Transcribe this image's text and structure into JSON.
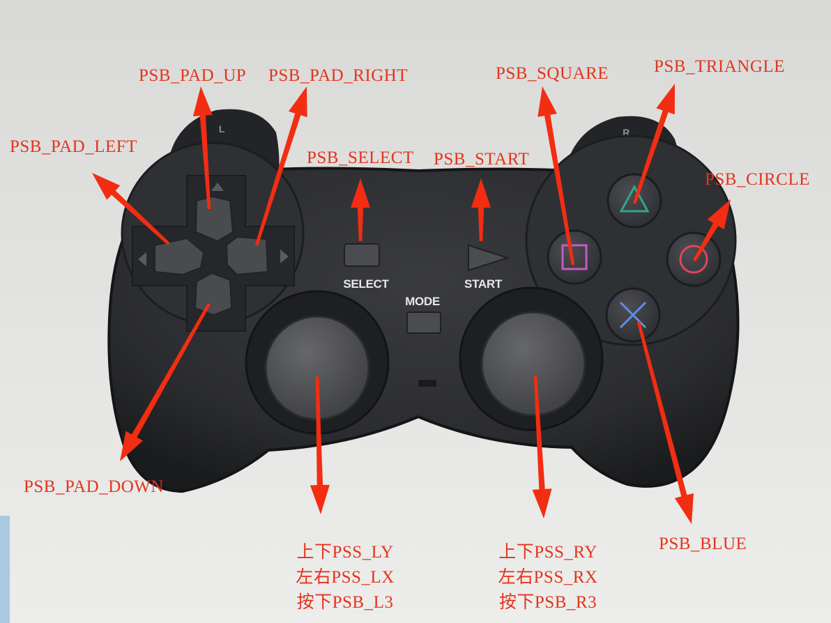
{
  "colors": {
    "background": "#e6e6e4",
    "controller_body": "#2b2c2f",
    "controller_edge": "#141517",
    "button_grey": "#4b4c50",
    "callout_text": "#e4341c",
    "arrow": "#f22d12",
    "print_white": "#e8e8e8",
    "triangle_symbol": "#2fa58a",
    "circle_symbol": "#e0455c",
    "cross_symbol": "#5f8fe6",
    "square_symbol": "#c45bc6"
  },
  "controller": {
    "print": {
      "select": "SELECT",
      "start": "START",
      "mode": "MODE",
      "left_shoulder": "L",
      "right_shoulder": "R"
    },
    "icons": {
      "dpad": "dpad-arrows-icon",
      "triangle": "triangle-symbol-icon",
      "circle": "circle-symbol-icon",
      "cross": "cross-symbol-icon",
      "square": "square-symbol-icon",
      "start": "play-icon"
    }
  },
  "callouts": {
    "pad_up": "PSB_PAD_UP",
    "pad_right": "PSB_PAD_RIGHT",
    "pad_left": "PSB_PAD_LEFT",
    "pad_down": "PSB_PAD_DOWN",
    "select": "PSB_SELECT",
    "start": "PSB_START",
    "square": "PSB_SQUARE",
    "triangle": "PSB_TRIANGLE",
    "circle": "PSB_CIRCLE",
    "blue": "PSB_BLUE",
    "left_stick": [
      "上下PSS_LY",
      "左右PSS_LX",
      "按下PSB_L3"
    ],
    "right_stick": [
      "上下PSS_RY",
      "左右PSS_RX",
      "按下PSB_R3"
    ]
  }
}
